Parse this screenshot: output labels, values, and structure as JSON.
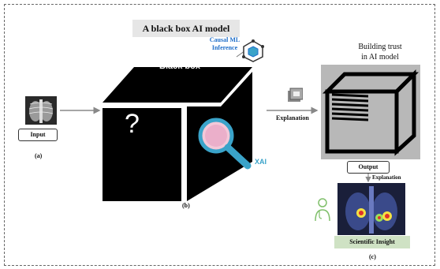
{
  "title": "A black box AI model",
  "causal_label": [
    "Causal ML",
    "Inference"
  ],
  "input_label": "Input",
  "label_a": "(a)",
  "cube_top_text": "Black box",
  "cube_front_text": "?",
  "xai_label": "XAI",
  "label_b": "(b)",
  "explanation_middle": "Explanation",
  "trust_label": [
    "Building trust",
    "in AI model"
  ],
  "output_label": "Output",
  "explanation_right": "Explanation",
  "insight_label": "Scientific Insight",
  "label_c": "(c)",
  "colors": {
    "causal_text": "#1f6ec9",
    "xai_text": "#3aa3c9",
    "title_bg": "#e6e6e6",
    "insight_bg": "#cfe2c4",
    "panel_bg": "#b8b8b8",
    "cube": "#000000"
  },
  "icons": [
    "xray-icon",
    "network-cube-icon",
    "magnifier-icon",
    "chip-icon",
    "doctor-icon"
  ]
}
